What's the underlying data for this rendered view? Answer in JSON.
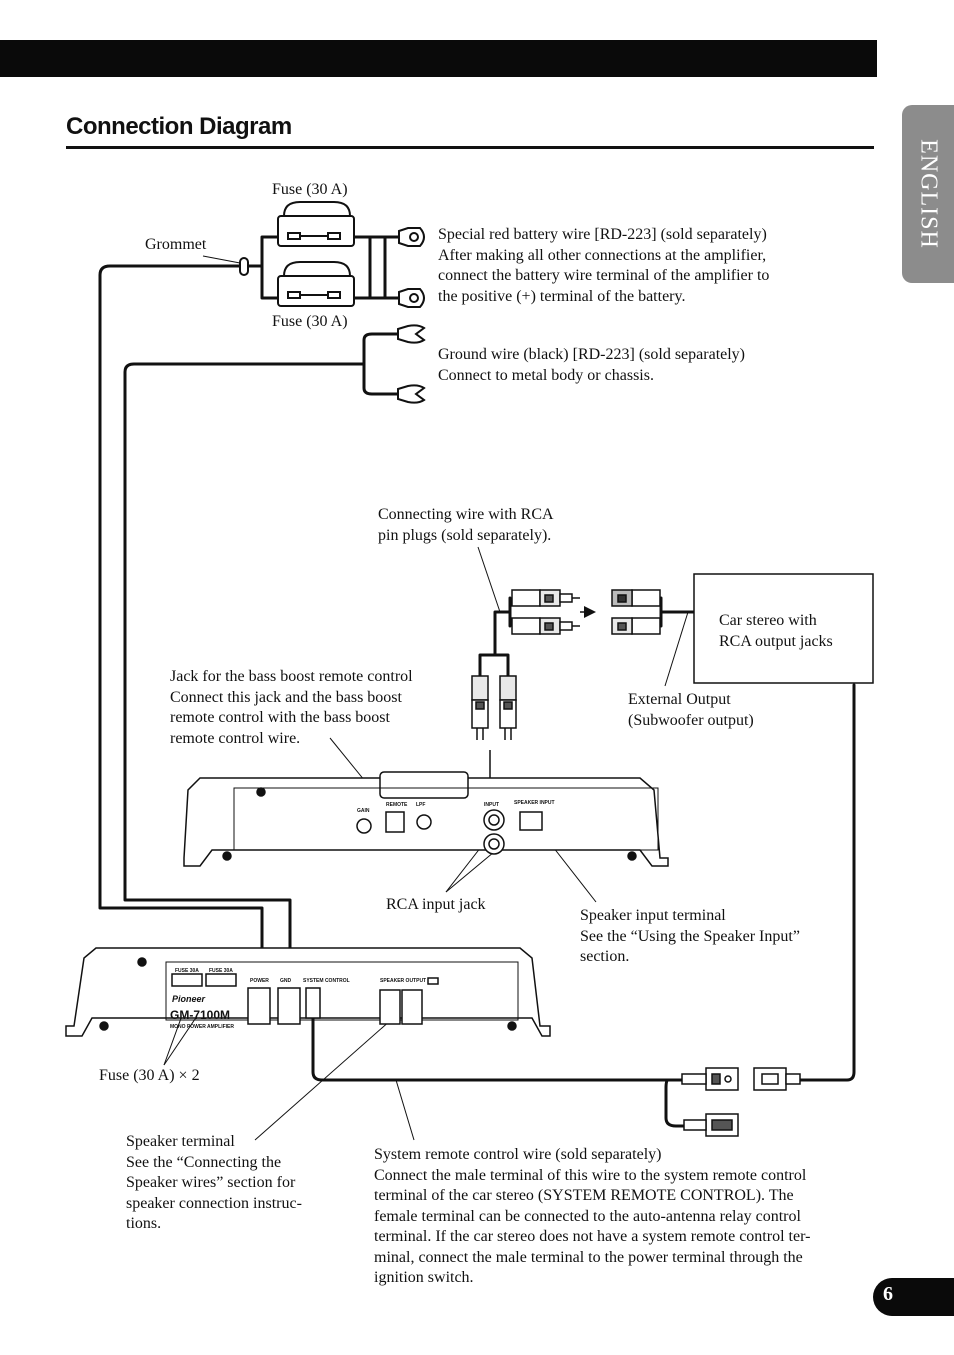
{
  "header": {
    "language_tab": "ENGLISH"
  },
  "page": {
    "title": "Connection Diagram",
    "number": "6"
  },
  "labels": {
    "fuse_top": "Fuse (30 A)",
    "fuse_bottom": "Fuse (30 A)",
    "grommet": "Grommet",
    "battery_wire": [
      "Special red battery wire [RD-223] (sold separately)",
      "After making all other connections at the amplifier,",
      "connect the battery wire terminal of the amplifier to",
      "the positive (+) terminal of the battery."
    ],
    "ground_wire": [
      "Ground wire (black) [RD-223] (sold separately)",
      "Connect to metal body or chassis."
    ],
    "rca_wire": [
      "Connecting wire with RCA",
      "pin plugs (sold separately)."
    ],
    "car_stereo": [
      "Car stereo with",
      "RCA output jacks"
    ],
    "external_output": [
      "External Output",
      "(Subwoofer output)"
    ],
    "bass_boost_jack": [
      "Jack for the bass boost remote control",
      "Connect this jack and the bass boost",
      "remote control with the bass boost",
      "remote control wire."
    ],
    "rca_input_jack": "RCA input jack",
    "speaker_input_terminal": [
      "Speaker input terminal",
      "See the “Using the Speaker Input”",
      "section."
    ],
    "fuse_x2": "Fuse (30 A) × 2",
    "speaker_terminal": [
      "Speaker terminal",
      "See the “Connecting the",
      "Speaker wires” section for",
      "speaker connection instruc-",
      "tions."
    ],
    "system_remote": [
      "System remote control wire (sold separately)",
      "Connect the male terminal of this wire to the system remote control",
      "terminal of the car stereo (SYSTEM REMOTE CONTROL). The",
      "female terminal can be connected to the auto-antenna relay control",
      "terminal. If the car stereo does not have a system remote control ter-",
      "minal, connect the male terminal to the power terminal through the",
      "ignition switch."
    ]
  },
  "panel_text": {
    "gain": "GAIN",
    "remote": "REMOTE",
    "lpf": "LPF",
    "input": "INPUT",
    "speaker_input": "SPEAKER INPUT",
    "fuse_30a_1": "FUSE 30A",
    "fuse_30a_2": "FUSE 30A",
    "power": "POWER",
    "gnd": "GND",
    "system_control": "SYSTEM CONTROL",
    "speaker_output": "SPEAKER OUTPUT",
    "brand": "Pioneer",
    "model": "GM-7100M",
    "model_sub": "MONO POWER AMPLIFIER"
  }
}
